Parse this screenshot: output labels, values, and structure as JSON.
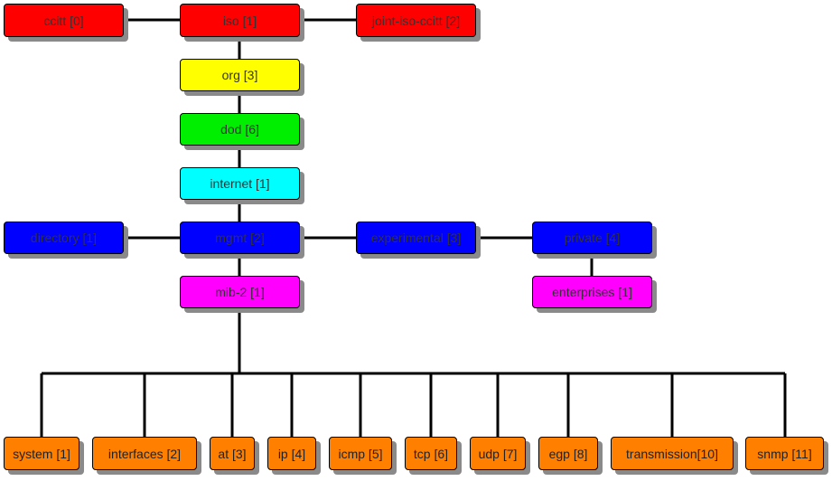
{
  "colors": {
    "level_iso": "#ff0000",
    "org": "#ffff00",
    "dod": "#00ee00",
    "internet": "#00ffff",
    "internet_children": "#0000ff",
    "mib2_enterprises": "#ff00ff",
    "mib2_groups": "#ff8000"
  },
  "nodes": {
    "ccitt": "ccitt [0]",
    "iso": "iso [1]",
    "joint_iso_ccitt": "joint-iso-ccitt [2]",
    "org": "org [3]",
    "dod": "dod [6]",
    "internet": "internet [1]",
    "directory": "directory [1]",
    "mgmt": "mgmt [2]",
    "experimental": "experimental [3]",
    "private": "private [4]",
    "mib2": "mib-2 [1]",
    "enterprises": "enterprises [1]",
    "system": "system [1]",
    "interfaces": "interfaces [2]",
    "at": "at [3]",
    "ip": "ip [4]",
    "icmp": "icmp [5]",
    "tcp": "tcp [6]",
    "udp": "udp [7]",
    "egp": "egp [8]",
    "transmission": "transmission[10]",
    "snmp": "snmp [11]"
  }
}
